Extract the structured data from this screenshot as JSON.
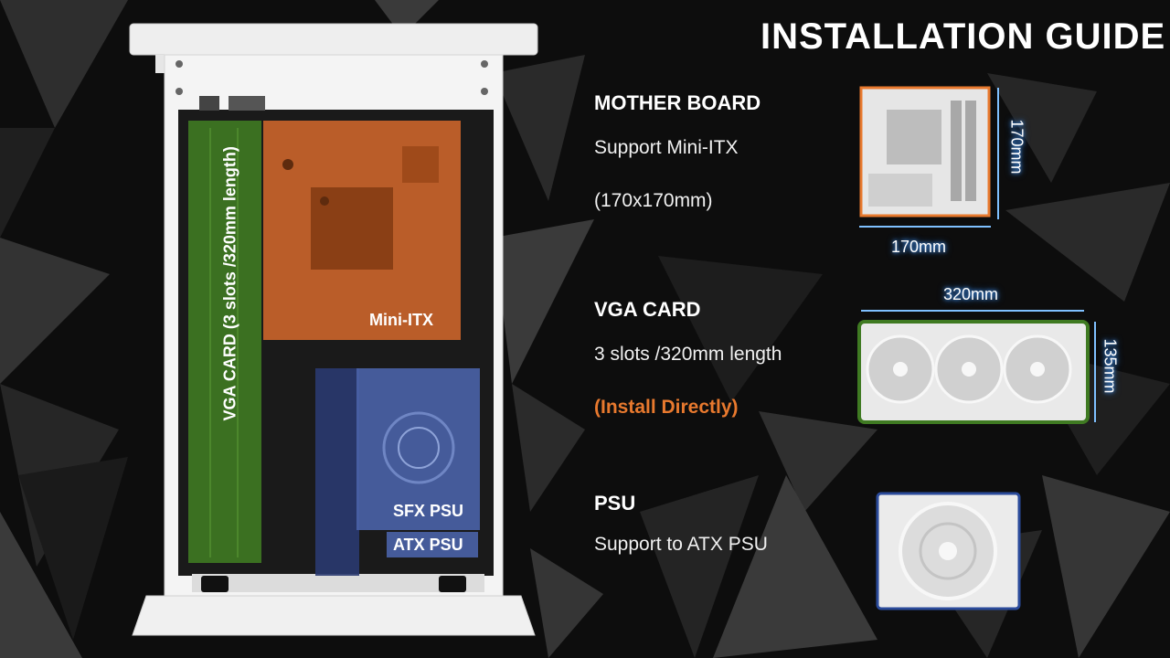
{
  "header": {
    "title": "INSTALLATION GUIDE"
  },
  "sections": {
    "motherboard": {
      "heading": "MOTHER BOARD",
      "line1": "Support Mini-ITX",
      "line2": "(170x170mm)"
    },
    "vga": {
      "heading": "VGA CARD",
      "line1": "3 slots /320mm length",
      "note": "(Install Directly)"
    },
    "psu": {
      "heading": "PSU",
      "line1": "Support to ATX PSU"
    }
  },
  "case_overlay": {
    "vga_label": "VGA CARD (3 slots /320mm length)",
    "mb_label": "Mini-ITX",
    "sfx_label": "SFX PSU",
    "atx_label": "ATX PSU"
  },
  "dimensions": {
    "mb_width": "170mm",
    "mb_height": "170mm",
    "vga_length": "320mm",
    "vga_height": "135mm"
  },
  "colors": {
    "accent_orange": "#e8792e",
    "mb_overlay": "#c8632a",
    "vga_overlay": "#3f7a22",
    "psu_overlay": "#4a63a8",
    "dimension_glow": "#4aa0ff"
  }
}
